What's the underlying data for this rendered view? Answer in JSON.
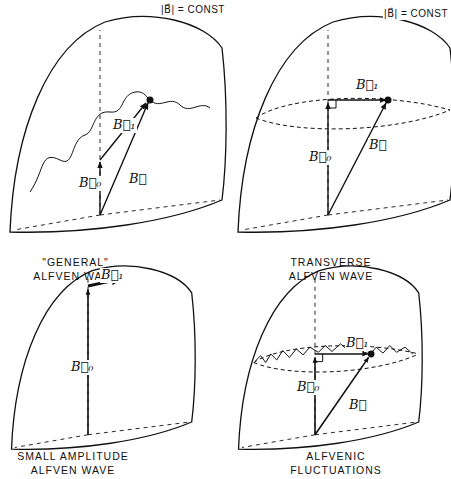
{
  "diagram": {
    "labels": [
      "|B⃗| = CONST",
      "B⃗₁",
      "B⃗₀",
      "B⃗",
      "\"GENERAL\" ALFVEN WAVE",
      "|B⃗| = CONST",
      "B⃗₁",
      "B⃗₀",
      "B⃗",
      "TRANSVERSE ALFVEN WAVE",
      "B⃗₁",
      "B⃗₀",
      "SMALL AMPLITUDE ALFVEN WAVE",
      "B⃗₁",
      "B⃗₀",
      "B⃗",
      "ALFVENIC FLUCTUATIONS"
    ]
  }
}
